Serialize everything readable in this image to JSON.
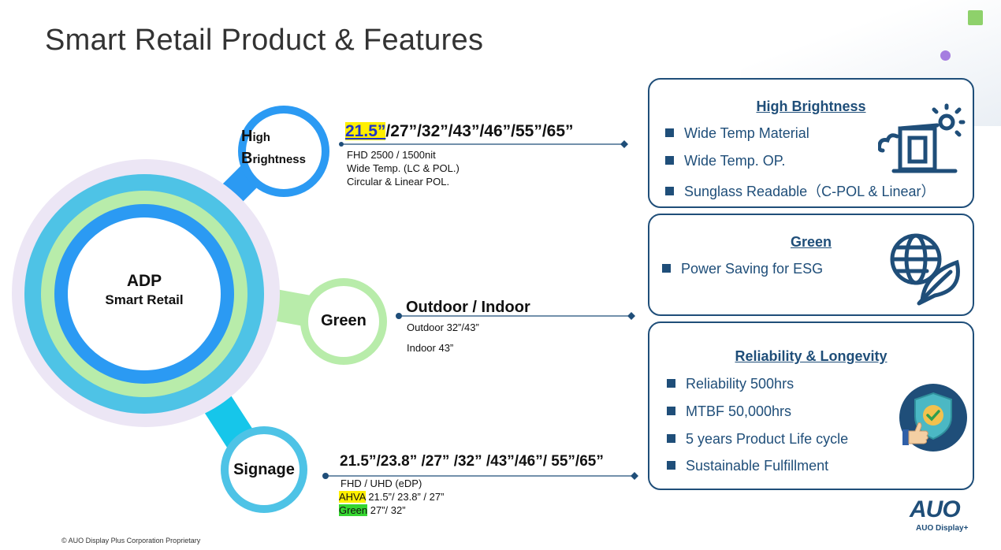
{
  "slide": {
    "title": "Smart Retail Product & Features",
    "footer": "© AUO Display Plus Corporation Proprietary"
  },
  "center": {
    "line1": "ADP",
    "line2": "Smart Retail"
  },
  "nodes": {
    "high_brightness": {
      "h_big": "H",
      "h_rest": "igh",
      "b_big": "B",
      "b_rest": "rightness"
    },
    "green": {
      "label": "Green"
    },
    "signage": {
      "label": "Signage"
    }
  },
  "hb_specs": {
    "highlight_size": "21.5”",
    "other_sizes": "/27”/32”/43”/46”/55”/65”",
    "line1": "FHD 2500 / 1500nit",
    "line2": "Wide Temp. (LC & POL.)",
    "line3": "Circular & Linear POL."
  },
  "green_specs": {
    "title": "Outdoor / Indoor",
    "line1": "Outdoor 32”/43”",
    "line2": "Indoor 43”"
  },
  "signage_specs": {
    "sizes": "21.5”/23.8” /27” /32” /43”/46”/ 55”/65”",
    "line1": "FHD / UHD (eDP)",
    "ahva_tag": "AHVA",
    "ahva_rest": " 21.5”/ 23.8” / 27”",
    "green_tag": "Green",
    "green_rest": " 27”/ 32”"
  },
  "panels": {
    "brightness": {
      "title": "High Brightness",
      "items": [
        "Wide Temp Material",
        "Wide Temp. OP.",
        "Sunglass Readable（C-POL & Linear）"
      ]
    },
    "green": {
      "title": "Green",
      "items": [
        "Power Saving for ESG"
      ]
    },
    "reliability": {
      "title": "Reliability & Longevity",
      "items": [
        "Reliability 500hrs",
        "MTBF 50,000hrs",
        "5 years Product Life cycle",
        "Sustainable Fulfillment"
      ]
    }
  },
  "logo": {
    "mark": "AUO",
    "sub": "AUO Display+"
  },
  "colors": {
    "navy": "#1f4e79",
    "blue_ring": "#2b9af3",
    "cyan_ring": "#4ec3e6",
    "green_ring": "#b8ecaa",
    "lavender": "#ece6f5",
    "highlight_yellow": "#ffef00",
    "highlight_green": "#36d631"
  }
}
